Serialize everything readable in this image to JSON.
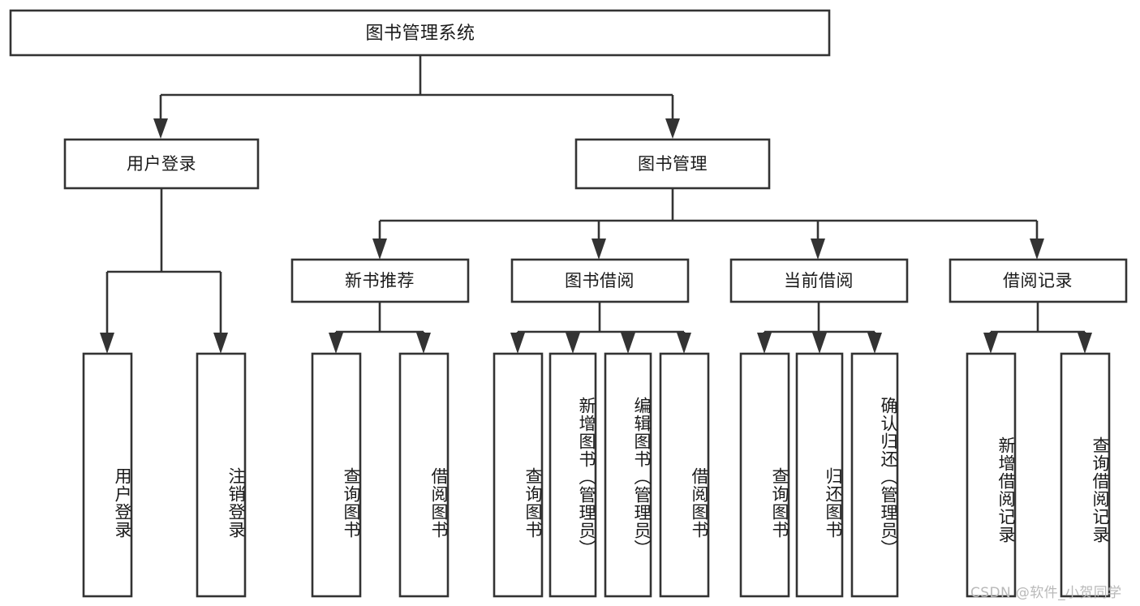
{
  "diagram": {
    "type": "tree-hierarchy",
    "title": "图书管理系统",
    "orientation": "top-down",
    "colors": {
      "stroke": "#333333",
      "box_fill": "#ffffff",
      "text": "#1a1a1a",
      "background": "#ffffff",
      "watermark": "#b9b9b9"
    },
    "root": {
      "label": "图书管理系统"
    },
    "level1": [
      {
        "id": "user-login",
        "label": "用户登录"
      },
      {
        "id": "book-manage",
        "label": "图书管理"
      }
    ],
    "level2": [
      {
        "id": "new-book-recommend",
        "label": "新书推荐",
        "parent": "book-manage"
      },
      {
        "id": "book-borrow",
        "label": "图书借阅",
        "parent": "book-manage"
      },
      {
        "id": "current-borrow",
        "label": "当前借阅",
        "parent": "book-manage"
      },
      {
        "id": "borrow-record",
        "label": "借阅记录",
        "parent": "book-manage"
      }
    ],
    "leaves": {
      "user_login": [
        {
          "id": "leaf-user-login",
          "label": "用户登录"
        },
        {
          "id": "leaf-user-logout",
          "label": "注销登录"
        }
      ],
      "new_book_recommend": [
        {
          "id": "leaf-query-book-1",
          "label": "查询图书"
        },
        {
          "id": "leaf-borrow-book-1",
          "label": "借阅图书"
        }
      ],
      "book_borrow": [
        {
          "id": "leaf-query-book-2",
          "label": "查询图书"
        },
        {
          "id": "leaf-add-book",
          "label": "新增图书（管理员）"
        },
        {
          "id": "leaf-edit-book",
          "label": "编辑图书（管理员）"
        },
        {
          "id": "leaf-borrow-book-2",
          "label": "借阅图书"
        }
      ],
      "current_borrow": [
        {
          "id": "leaf-query-book-3",
          "label": "查询图书"
        },
        {
          "id": "leaf-return-book",
          "label": "归还图书"
        },
        {
          "id": "leaf-confirm-return",
          "label": "确认归还（管理员）"
        }
      ],
      "borrow_record": [
        {
          "id": "leaf-add-record",
          "label": "新增借阅记录"
        },
        {
          "id": "leaf-query-record",
          "label": "查询借阅记录"
        }
      ]
    },
    "watermark": "CSDN @软件_小贺同学"
  }
}
